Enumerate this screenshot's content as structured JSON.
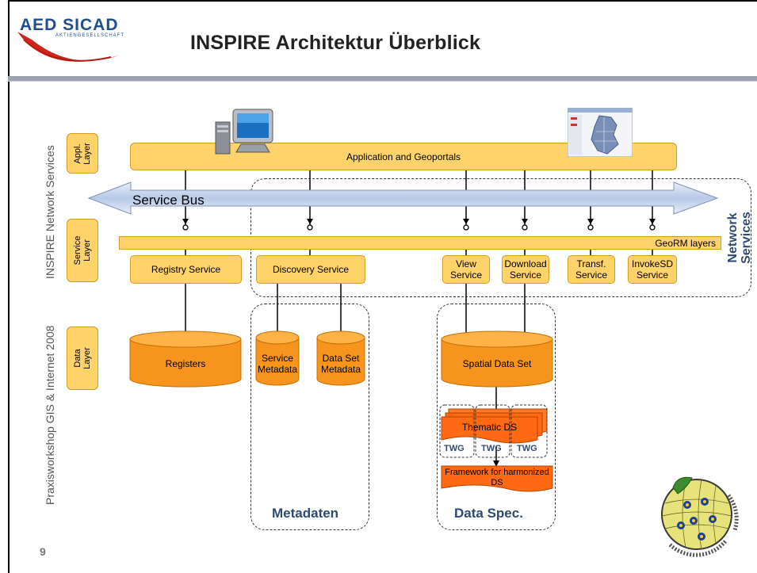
{
  "header": {
    "title": "INSPIRE Architektur Überblick",
    "logo_text": "AED SICAD",
    "logo_sub": "AKTIENGESELLSCHAFT",
    "page_number": "9"
  },
  "side": {
    "left_vertical": "Praxisworkshop GIS & Internet 2008",
    "right_vertical": "INSPIRE Network Services"
  },
  "layers": {
    "appl": "Appl. Layer",
    "service": "Service Layer",
    "data": "Data Layer"
  },
  "diagram": {
    "app_bar": "Application and Geoportals",
    "service_bus": "Service  Bus",
    "georm": "GeoRM layers",
    "network_services": "Network Services",
    "services": {
      "registry": "Registry Service",
      "discovery": "Discovery Service",
      "view": "View Service",
      "download": "Download Service",
      "transf": "Transf. Service",
      "invoke": "InvokeSD Service"
    },
    "data": {
      "registers": "Registers",
      "service_metadata": "Service Metadata",
      "dataset_metadata": "Data Set Metadata",
      "spatial_dataset": "Spatial Data Set",
      "thematic_ds": "Thematic DS",
      "twg": "TWG",
      "framework": "Framework for harmonized DS"
    },
    "group_labels": {
      "metadaten": "Metadaten",
      "dataspec": "Data Spec."
    }
  },
  "colors": {
    "box_yellow": "#ffd36a",
    "box_orange": "#f7941d",
    "doc_orange": "#ff6a13",
    "label_blue": "#2d4a73",
    "bus_blue": "#c8d6ec"
  },
  "icons": {
    "computer": "computer-icon",
    "map": "map-portal-icon",
    "badge": "inspire-badge-icon"
  }
}
